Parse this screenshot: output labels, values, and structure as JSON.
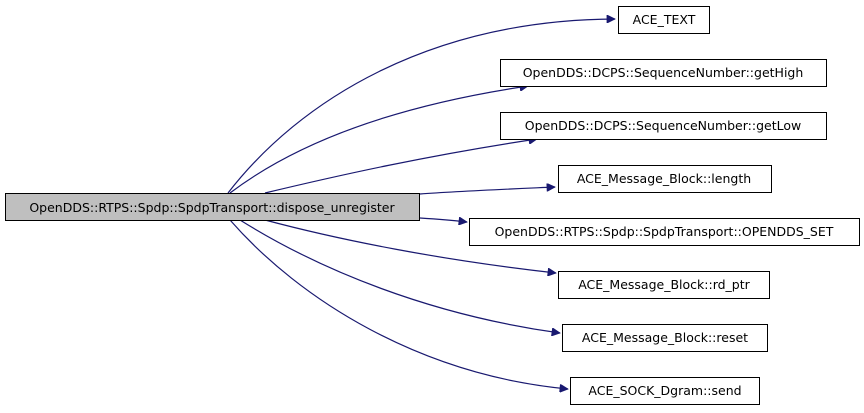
{
  "graph": {
    "root": {
      "label": "OpenDDS::RTPS::Spdp::SpdpTransport::dispose_unregister",
      "fill": "#bfbfbf",
      "border": "#000000"
    },
    "callees": [
      {
        "id": "ace-text",
        "label": "ACE_TEXT"
      },
      {
        "id": "gethigh",
        "label": "OpenDDS::DCPS::SequenceNumber::getHigh"
      },
      {
        "id": "getlow",
        "label": "OpenDDS::DCPS::SequenceNumber::getLow"
      },
      {
        "id": "length",
        "label": "ACE_Message_Block::length"
      },
      {
        "id": "opendds-set",
        "label": "OpenDDS::RTPS::Spdp::SpdpTransport::OPENDDS_SET"
      },
      {
        "id": "rd-ptr",
        "label": "ACE_Message_Block::rd_ptr"
      },
      {
        "id": "reset",
        "label": "ACE_Message_Block::reset"
      },
      {
        "id": "send",
        "label": "ACE_SOCK_Dgram::send"
      }
    ],
    "colors": {
      "edge": "#191970",
      "node_fill": "#ffffff",
      "node_border": "#000000"
    }
  }
}
